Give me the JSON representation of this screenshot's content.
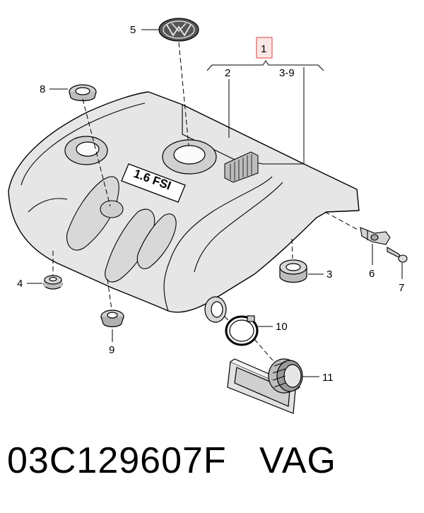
{
  "diagram": {
    "callouts": {
      "c1": "1",
      "c2": "2",
      "c3_9": "3-9",
      "c3": "3",
      "c4": "4",
      "c5": "5",
      "c6": "6",
      "c7": "7",
      "c8": "8",
      "c9": "9",
      "c10": "10",
      "c11": "11"
    },
    "badge_text": "1.6 FSI",
    "highlight_color": "#e06060"
  },
  "footer": {
    "part_number": "03C129607F",
    "brand": "VAG"
  }
}
